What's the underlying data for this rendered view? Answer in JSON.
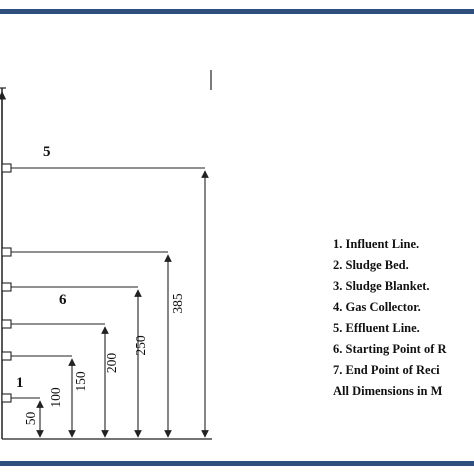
{
  "colors": {
    "border": "#2f4f7f",
    "line": "#222222",
    "text": "#111111",
    "background": "#ffffff"
  },
  "callouts": [
    "5",
    "6",
    "1"
  ],
  "dimensions": [
    {
      "label": "50",
      "value": 50
    },
    {
      "label": "100",
      "value": 100
    },
    {
      "label": "150",
      "value": 150
    },
    {
      "label": "200",
      "value": 200
    },
    {
      "label": "250",
      "value": 250
    },
    {
      "label": "385",
      "value": 385
    }
  ],
  "legend": {
    "items": [
      "1. Influent Line.",
      "2. Sludge Bed.",
      "3. Sludge Blanket.",
      "4. Gas Collector.",
      "5. Effluent Line.",
      "6. Starting Point of R",
      "7. End Point of Reci",
      "All Dimensions in M"
    ]
  }
}
